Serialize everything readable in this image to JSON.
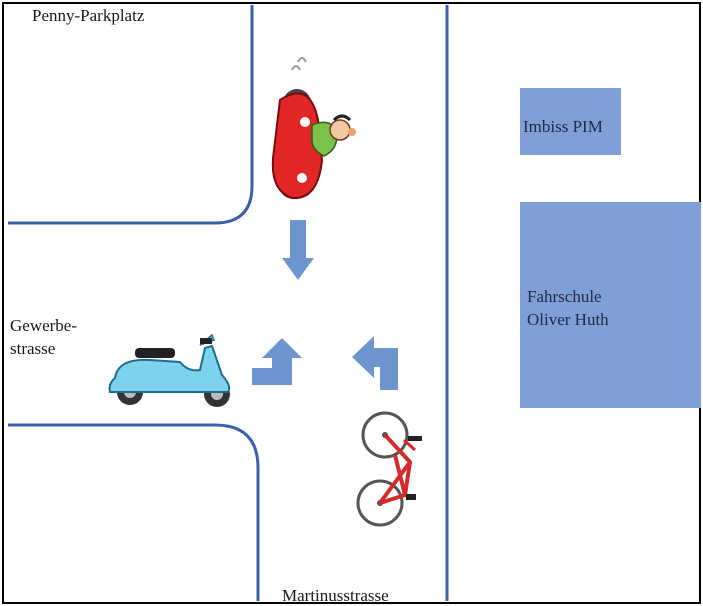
{
  "labels": {
    "penny_parkplatz": "Penny-Parkplatz",
    "gewerbestrasse_line1": "Gewerbe-",
    "gewerbestrasse_line2": "strasse",
    "martinusstrasse": "Martinusstrasse",
    "imbiss": "Imbiss PIM",
    "fahrschule_line1": "Fahrschule",
    "fahrschule_line2": "Oliver Huth"
  },
  "colors": {
    "road_edge": "#3b62a8",
    "building": "#7f9fd6",
    "arrow": "#6f95cf",
    "frame": "#000000"
  },
  "icons": {
    "car": "red-cartoon-car-icon",
    "scooter": "blue-scooter-icon",
    "bicycle": "red-bicycle-icon",
    "arrow_down": "arrow-down-icon",
    "arrow_turn_right": "arrow-turn-right-icon",
    "arrow_turn_left": "arrow-turn-left-icon"
  }
}
